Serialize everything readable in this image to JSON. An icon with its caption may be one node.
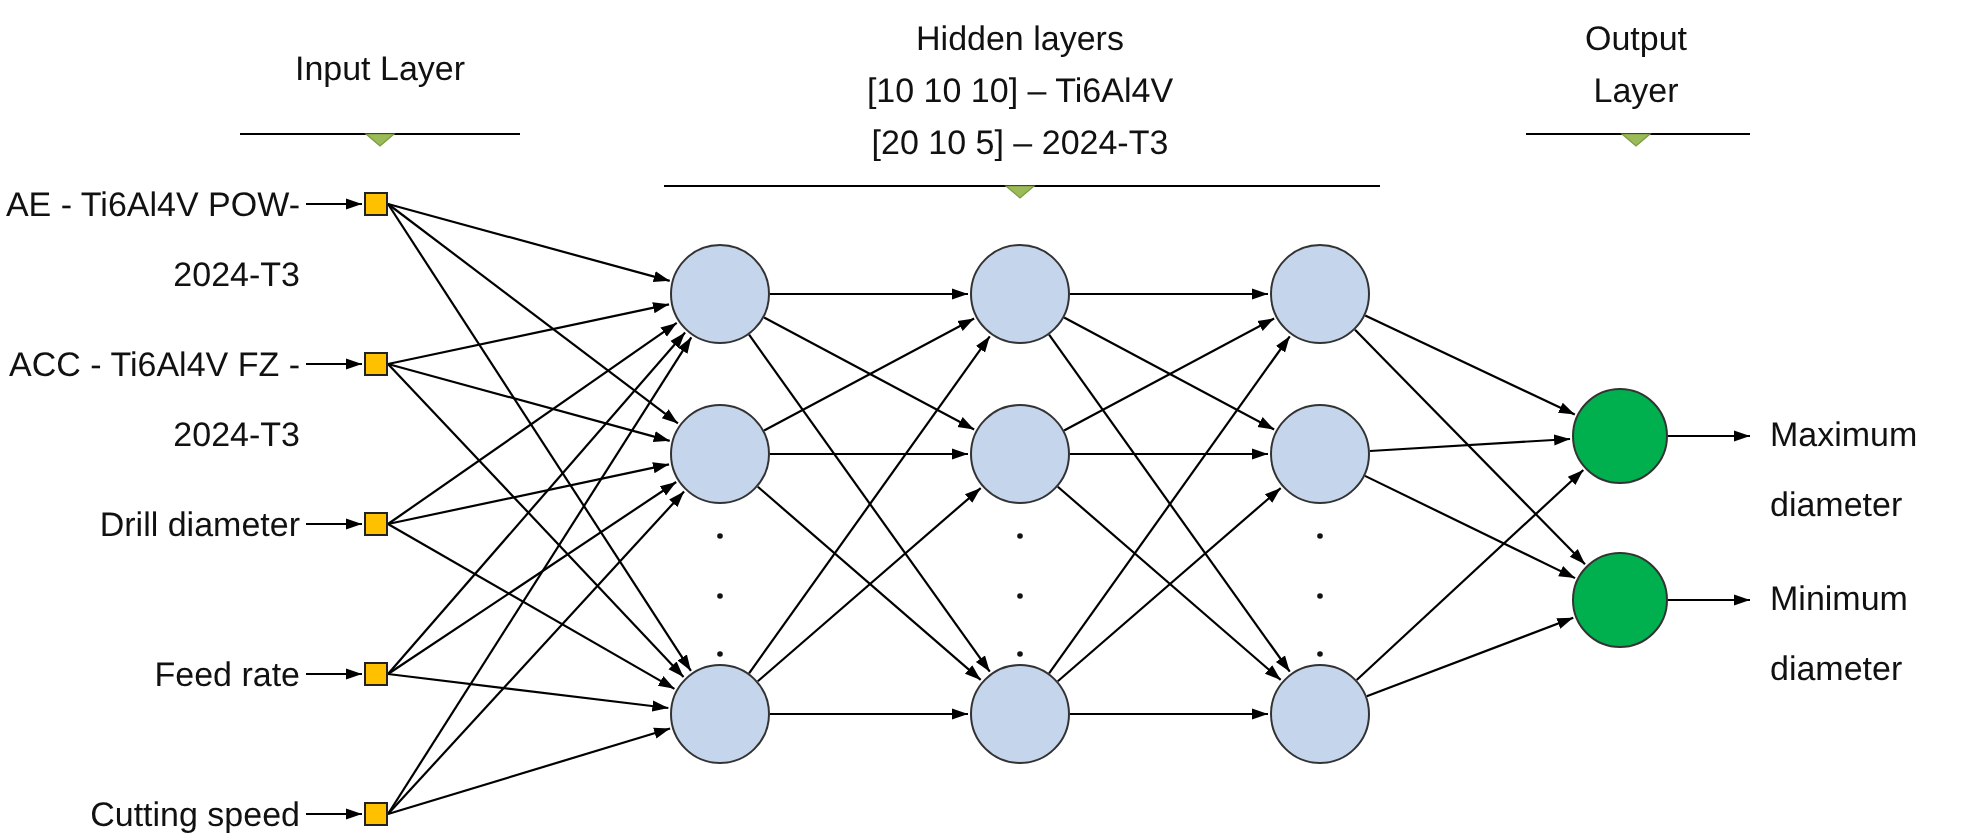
{
  "diagram": {
    "nodes": [
      {
        "text": [
          "AE - Ti6Al4V POW-2024-T3"
        ]
      },
      {
        "text": [
          "ACC - Ti6Al4V FZ - 2024-T3"
        ]
      },
      {
        "text": [
          "Drill diameter"
        ]
      },
      {
        "text": [
          "Feed rate"
        ]
      },
      {
        "text": [
          "Cutting speed"
        ]
      },
      {
        "text": [],
        "shape": "box"
      },
      {
        "text": [],
        "shape": "box"
      },
      {
        "text": [],
        "shape": "box"
      },
      {
        "text": [],
        "shape": "box"
      },
      {
        "text": [],
        "shape": "box"
      },
      {
        "text": [],
        "shape": "circle"
      },
      {
        "text": [],
        "shape": "circle"
      },
      {
        "text": [],
        "shape": "circle"
      },
      {
        "text": [],
        "shape": "circle"
      },
      {
        "text": [],
        "shape": "circle"
      },
      {
        "text": [],
        "shape": "circle"
      },
      {
        "text": [],
        "shape": "circle"
      },
      {
        "text": [],
        "shape": "circle"
      },
      {
        "text": [],
        "shape": "circle"
      },
      {
        "text": [],
        "shape": "circle"
      },
      {
        "text": [],
        "shape": "circle"
      },
      {
        "text": [
          "Maximum diameter"
        ]
      },
      {
        "text": [
          "Minimum diameter"
        ]
      }
    ],
    "edges": [
      {
        "from": 0,
        "to": 5,
        "arrow": "to"
      },
      {
        "from": 1,
        "to": 6,
        "arrow": "to"
      },
      {
        "from": 2,
        "to": 7,
        "arrow": "to"
      },
      {
        "from": 3,
        "to": 8,
        "arrow": "to"
      },
      {
        "from": 4,
        "to": 9,
        "arrow": "to"
      },
      {
        "from": 5,
        "to": 10,
        "arrow": "to"
      },
      {
        "from": 5,
        "to": 11,
        "arrow": "to"
      },
      {
        "from": 5,
        "to": 12,
        "arrow": "to"
      },
      {
        "from": 6,
        "to": 10,
        "arrow": "to"
      },
      {
        "from": 6,
        "to": 11,
        "arrow": "to"
      },
      {
        "from": 6,
        "to": 12,
        "arrow": "to"
      },
      {
        "from": 7,
        "to": 10,
        "arrow": "to"
      },
      {
        "from": 7,
        "to": 11,
        "arrow": "to"
      },
      {
        "from": 7,
        "to": 12,
        "arrow": "to"
      },
      {
        "from": 8,
        "to": 10,
        "arrow": "to"
      },
      {
        "from": 8,
        "to": 11,
        "arrow": "to"
      },
      {
        "from": 8,
        "to": 12,
        "arrow": "to"
      },
      {
        "from": 9,
        "to": 10,
        "arrow": "to"
      },
      {
        "from": 9,
        "to": 11,
        "arrow": "to"
      },
      {
        "from": 9,
        "to": 12,
        "arrow": "to"
      },
      {
        "from": 10,
        "to": 13,
        "arrow": "to"
      },
      {
        "from": 10,
        "to": 14,
        "arrow": "to"
      },
      {
        "from": 10,
        "to": 15,
        "arrow": "to"
      },
      {
        "from": 11,
        "to": 13,
        "arrow": "to"
      },
      {
        "from": 11,
        "to": 14,
        "arrow": "to"
      },
      {
        "from": 11,
        "to": 15,
        "arrow": "to"
      },
      {
        "from": 12,
        "to": 13,
        "arrow": "to"
      },
      {
        "from": 12,
        "to": 14,
        "arrow": "to"
      },
      {
        "from": 12,
        "to": 15,
        "arrow": "to"
      },
      {
        "from": 13,
        "to": 16,
        "arrow": "to"
      },
      {
        "from": 13,
        "to": 17,
        "arrow": "to"
      },
      {
        "from": 13,
        "to": 18,
        "arrow": "to"
      },
      {
        "from": 14,
        "to": 16,
        "arrow": "to"
      },
      {
        "from": 14,
        "to": 17,
        "arrow": "to"
      },
      {
        "from": 14,
        "to": 18,
        "arrow": "to"
      },
      {
        "from": 15,
        "to": 16,
        "arrow": "to"
      },
      {
        "from": 15,
        "to": 17,
        "arrow": "to"
      },
      {
        "from": 15,
        "to": 18,
        "arrow": "to"
      },
      {
        "from": 16,
        "to": 19,
        "arrow": "to"
      },
      {
        "from": 16,
        "to": 20,
        "arrow": "to"
      },
      {
        "from": 17,
        "to": 19,
        "arrow": "to"
      },
      {
        "from": 17,
        "to": 20,
        "arrow": "to"
      },
      {
        "from": 18,
        "to": 19,
        "arrow": "to"
      },
      {
        "from": 18,
        "to": 20,
        "arrow": "to"
      },
      {
        "from": 19,
        "to": 21,
        "arrow": "to"
      },
      {
        "from": 20,
        "to": 22,
        "arrow": "to"
      }
    ],
    "labels": [
      "Input Layer",
      "Hidden layers",
      "[10 10 10] – Ti6Al4V",
      "[20 10 5] – 2024-T3",
      "Output Layer"
    ]
  }
}
